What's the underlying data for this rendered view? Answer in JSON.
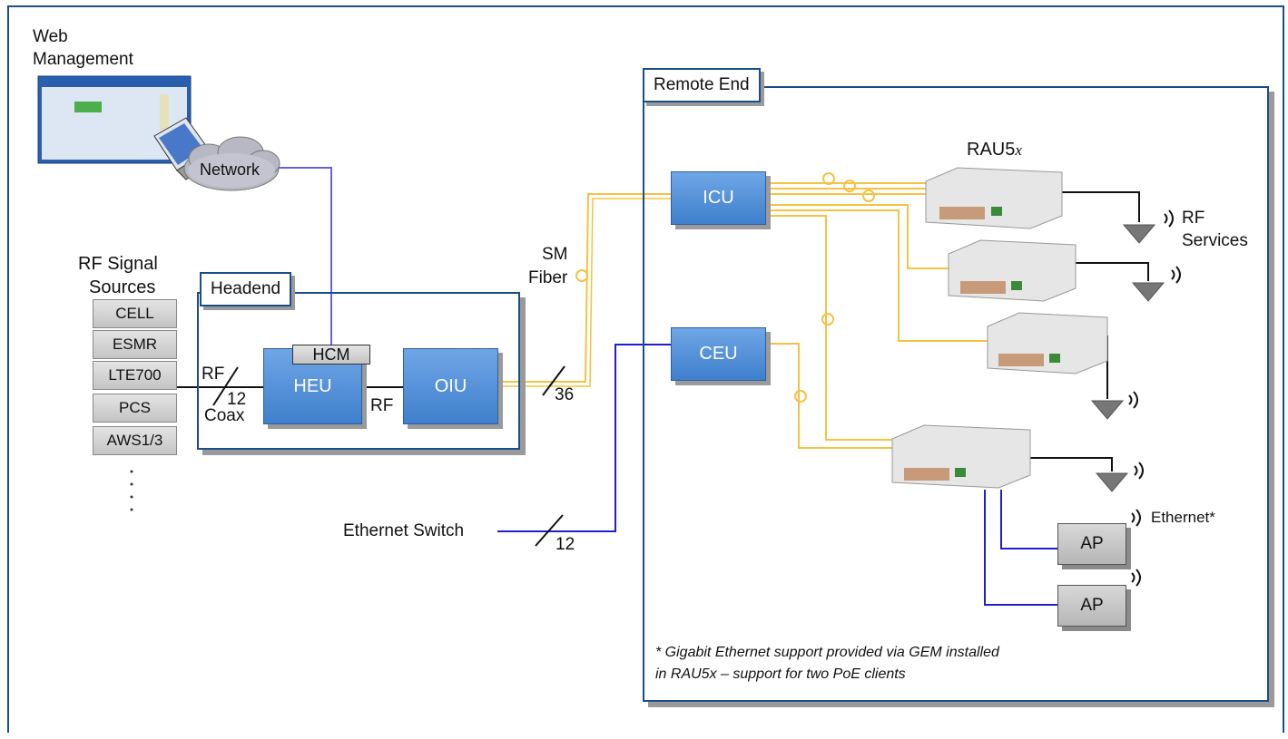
{
  "labels": {
    "web_management_1": "Web",
    "web_management_2": "Management",
    "network": "Network",
    "rf_signal_1": "RF Signal",
    "rf_signal_2": "Sources",
    "headend": "Headend",
    "remote_end": "Remote End",
    "rau": "RAU5",
    "rau_suffix": "x",
    "sm_fiber_1": "SM",
    "sm_fiber_2": "Fiber",
    "rf_left": "RF",
    "twelve_left": "12",
    "coax": "Coax",
    "rf_mid": "RF",
    "thirty_six": "36",
    "ethernet_switch": "Ethernet Switch",
    "twelve_bottom": "12",
    "rf_services_1": "RF",
    "rf_services_2": "Services",
    "ethernet_star": "Ethernet*",
    "note_line1": "* Gigabit Ethernet support provided via GEM installed",
    "note_line2": "in RAU5x – support for two PoE clients"
  },
  "sources": [
    "CELL",
    "ESMR",
    "LTE700",
    "PCS",
    "AWS1/3"
  ],
  "units": {
    "hcm": "HCM",
    "heu": "HEU",
    "oiu": "OIU",
    "icu": "ICU",
    "ceu": "CEU",
    "ap1": "AP",
    "ap2": "AP"
  },
  "colors": {
    "fiber": "#f5c242",
    "ethernet": "#1f1fc8",
    "network_link": "#6a5fe0",
    "region_border": "#1a4f86",
    "unit_blue": "#4a89d6"
  },
  "icons": [
    "laptop-icon",
    "cloud-icon",
    "antenna-icon",
    "wireless-signal-icon",
    "fiber-coil-icon",
    "rau-device-icon"
  ]
}
